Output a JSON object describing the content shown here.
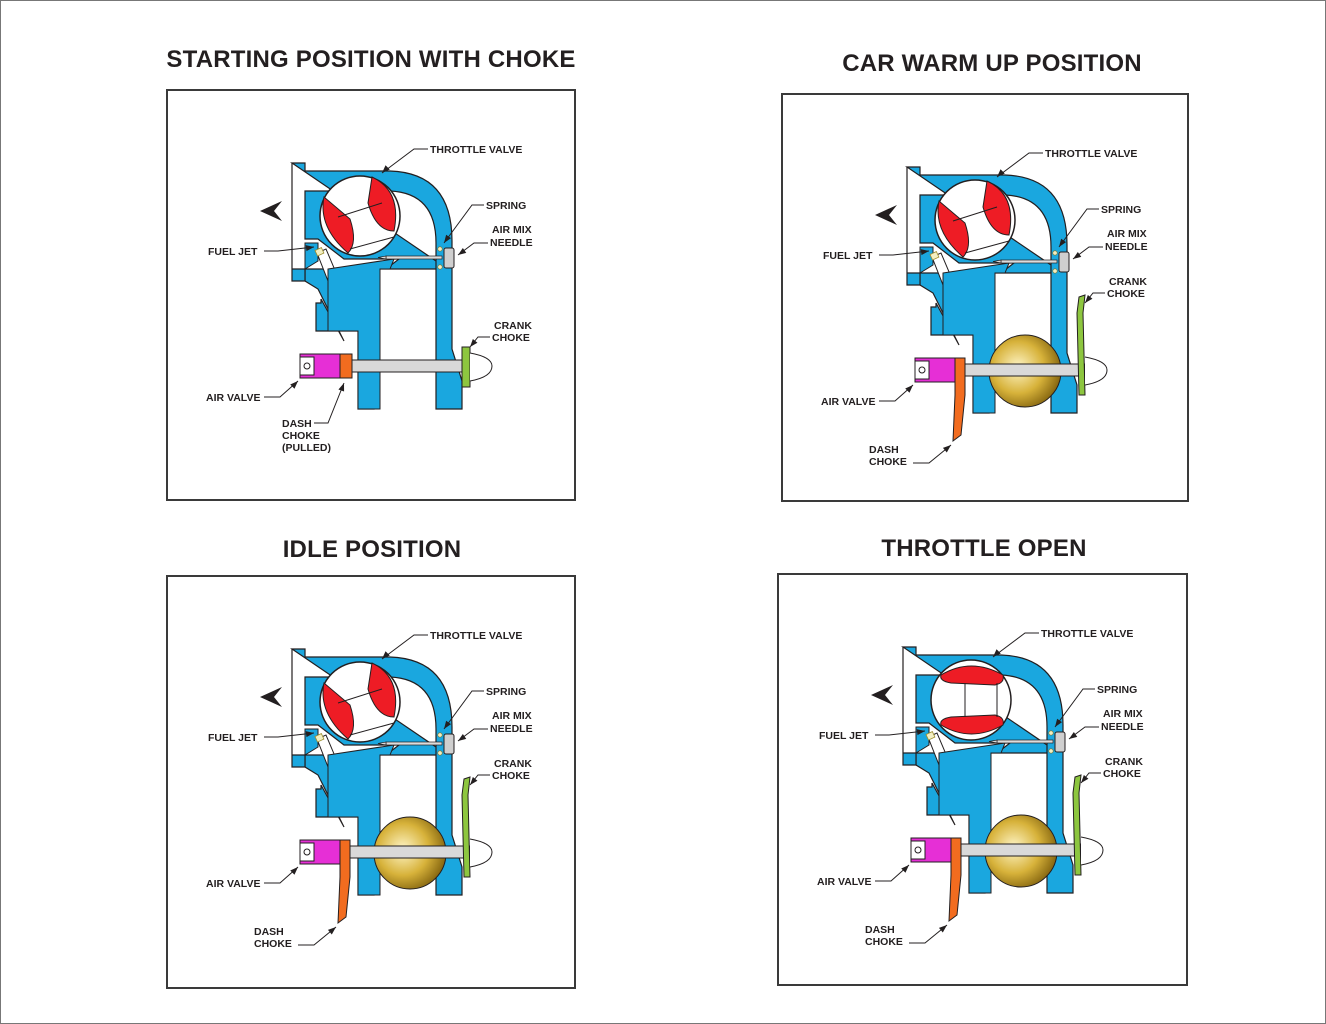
{
  "document": {
    "kind": "carburetor operating positions diagram",
    "colors": {
      "body": "#1aa7df",
      "throttle_red": "#ee1c25",
      "air_valve": "#e62fd6",
      "dash_choke": "#f26c1f",
      "crank_choke": "#8dc63f",
      "float_brass": "#c9a227",
      "outline": "#231f20"
    }
  },
  "panels": [
    {
      "id": "starting",
      "title": "STARTING POSITION WITH CHOKE",
      "state": {
        "throttle": "closed",
        "dash_choke": "pulled",
        "crank_choke": "closed",
        "float_disc": false
      },
      "labels": {
        "throttle_valve": "THROTTLE VALVE",
        "spring": "SPRING",
        "air_mix_1": "AIR MIX",
        "air_mix_2": "NEEDLE",
        "fuel_jet": "FUEL JET",
        "crank_1": "CRANK",
        "crank_2": "CHOKE",
        "air_valve": "AIR VALVE",
        "dash_1": "DASH",
        "dash_2": "CHOKE",
        "dash_3": "(PULLED)"
      }
    },
    {
      "id": "warmup",
      "title": "CAR WARM UP POSITION",
      "state": {
        "throttle": "partially open",
        "dash_choke": "released",
        "crank_choke": "open",
        "float_disc": true
      },
      "labels": {
        "throttle_valve": "THROTTLE VALVE",
        "spring": "SPRING",
        "air_mix_1": "AIR MIX",
        "air_mix_2": "NEEDLE",
        "fuel_jet": "FUEL JET",
        "crank_1": "CRANK",
        "crank_2": "CHOKE",
        "air_valve": "AIR VALVE",
        "dash_1": "DASH",
        "dash_2": "CHOKE",
        "dash_3": ""
      }
    },
    {
      "id": "idle",
      "title": "IDLE POSITION",
      "state": {
        "throttle": "closed",
        "dash_choke": "released",
        "crank_choke": "open",
        "float_disc": true
      },
      "labels": {
        "throttle_valve": "THROTTLE VALVE",
        "spring": "SPRING",
        "air_mix_1": "AIR MIX",
        "air_mix_2": "NEEDLE",
        "fuel_jet": "FUEL JET",
        "crank_1": "CRANK",
        "crank_2": "CHOKE",
        "air_valve": "AIR VALVE",
        "dash_1": "DASH",
        "dash_2": "CHOKE",
        "dash_3": ""
      }
    },
    {
      "id": "open",
      "title": "THROTTLE OPEN",
      "state": {
        "throttle": "open",
        "dash_choke": "released",
        "crank_choke": "open",
        "float_disc": true
      },
      "labels": {
        "throttle_valve": "THROTTLE VALVE",
        "spring": "SPRING",
        "air_mix_1": "AIR MIX",
        "air_mix_2": "NEEDLE",
        "fuel_jet": "FUEL JET",
        "crank_1": "CRANK",
        "crank_2": "CHOKE",
        "air_valve": "AIR VALVE",
        "dash_1": "DASH",
        "dash_2": "CHOKE",
        "dash_3": ""
      }
    }
  ]
}
